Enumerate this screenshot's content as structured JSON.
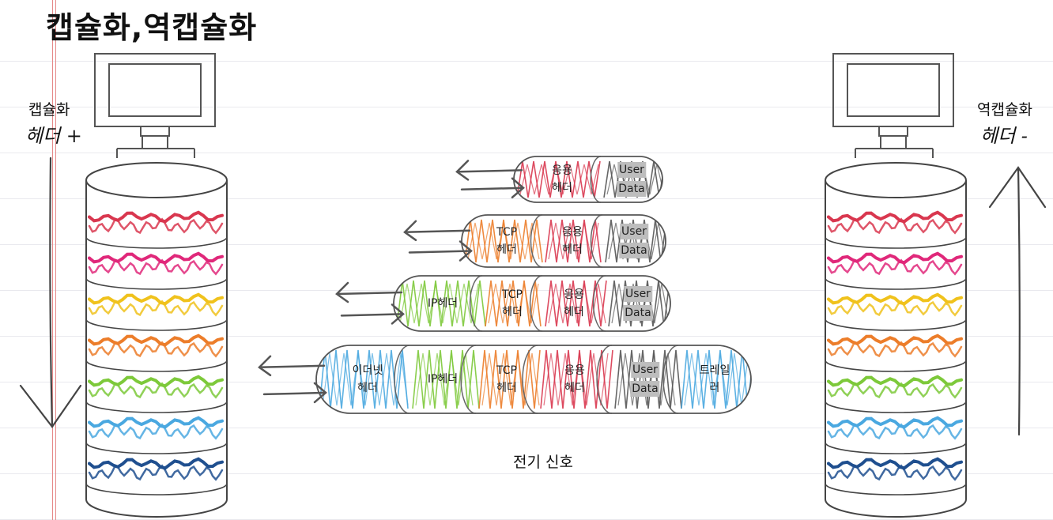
{
  "title": "캡슐화,역캡슐화",
  "left": {
    "label": "캡슐화",
    "note": "헤더 +"
  },
  "right": {
    "label": "역캡슐화",
    "note": "헤더 -"
  },
  "layer_colors": [
    "#d9374f",
    "#e0287a",
    "#f0c21c",
    "#ec7d2a",
    "#7dc93a",
    "#4aa8e0",
    "#1f4f8f"
  ],
  "packets": [
    {
      "segments": [
        {
          "label": "응용\n헤더",
          "color": "#d9374f"
        },
        {
          "label": "User\nData",
          "color": "#555555",
          "user": true
        }
      ]
    },
    {
      "segments": [
        {
          "label": "TCP\n헤더",
          "color": "#ec7d2a"
        },
        {
          "label": "응용\n헤더",
          "color": "#d9374f"
        },
        {
          "label": "User\nData",
          "color": "#555555",
          "user": true
        }
      ]
    },
    {
      "segments": [
        {
          "label": "IP헤더",
          "color": "#7dc93a"
        },
        {
          "label": "TCP\n헤더",
          "color": "#ec7d2a"
        },
        {
          "label": "응용\n헤더",
          "color": "#d9374f"
        },
        {
          "label": "User\nData",
          "color": "#555555",
          "user": true
        }
      ]
    },
    {
      "segments": [
        {
          "label": "이더넷\n헤더",
          "color": "#4aa8e0"
        },
        {
          "label": "IP헤더",
          "color": "#7dc93a"
        },
        {
          "label": "TCP\n헤더",
          "color": "#ec7d2a"
        },
        {
          "label": "응용\n헤더",
          "color": "#d9374f"
        },
        {
          "label": "User\nData",
          "color": "#555555",
          "user": true
        },
        {
          "label": "트레일\n러",
          "color": "#4aa8e0"
        }
      ]
    }
  ],
  "bottom_label": "전기 신호"
}
